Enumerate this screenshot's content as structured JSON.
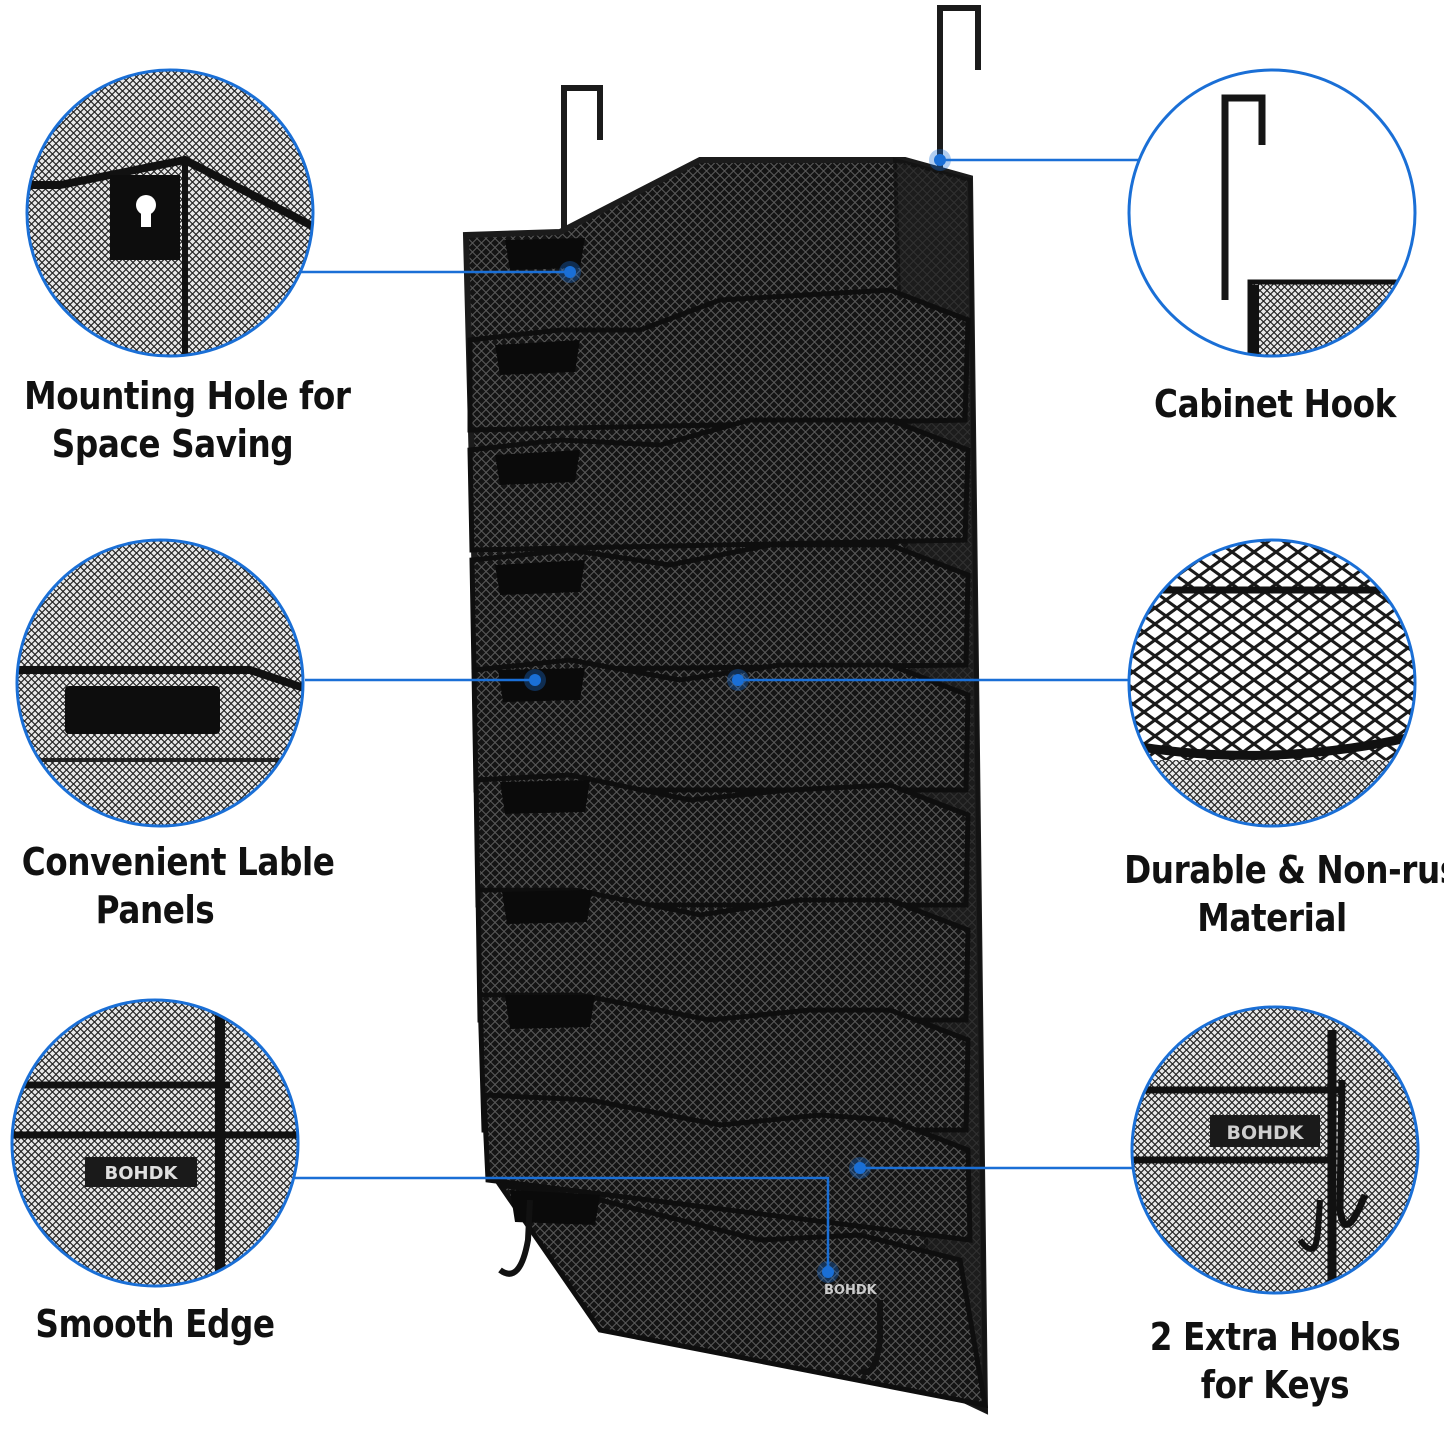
{
  "colors": {
    "accent": "#1a6fd6",
    "frame": "#1b1b1b",
    "mesh": "#3a3a3a",
    "text": "#111111"
  },
  "brand": "BOHDK",
  "features": [
    {
      "id": "mounting-hole",
      "lines": [
        "Mounting Hole for",
        "Space Saving"
      ],
      "icon": "keyhole-mount-icon"
    },
    {
      "id": "cabinet-hook",
      "lines": [
        "Cabinet Hook"
      ],
      "icon": "door-hook-icon"
    },
    {
      "id": "label-panels",
      "lines": [
        "Convenient Lable",
        "Panels"
      ],
      "icon": "label-panel-icon"
    },
    {
      "id": "material",
      "lines": [
        "Durable & Non-rust",
        "Material"
      ],
      "icon": "mesh-icon"
    },
    {
      "id": "smooth-edge",
      "lines": [
        "Smooth Edge"
      ],
      "icon": "edge-icon"
    },
    {
      "id": "extra-hooks",
      "lines": [
        "2 Extra Hooks",
        "for Keys"
      ],
      "icon": "key-hook-icon"
    }
  ]
}
